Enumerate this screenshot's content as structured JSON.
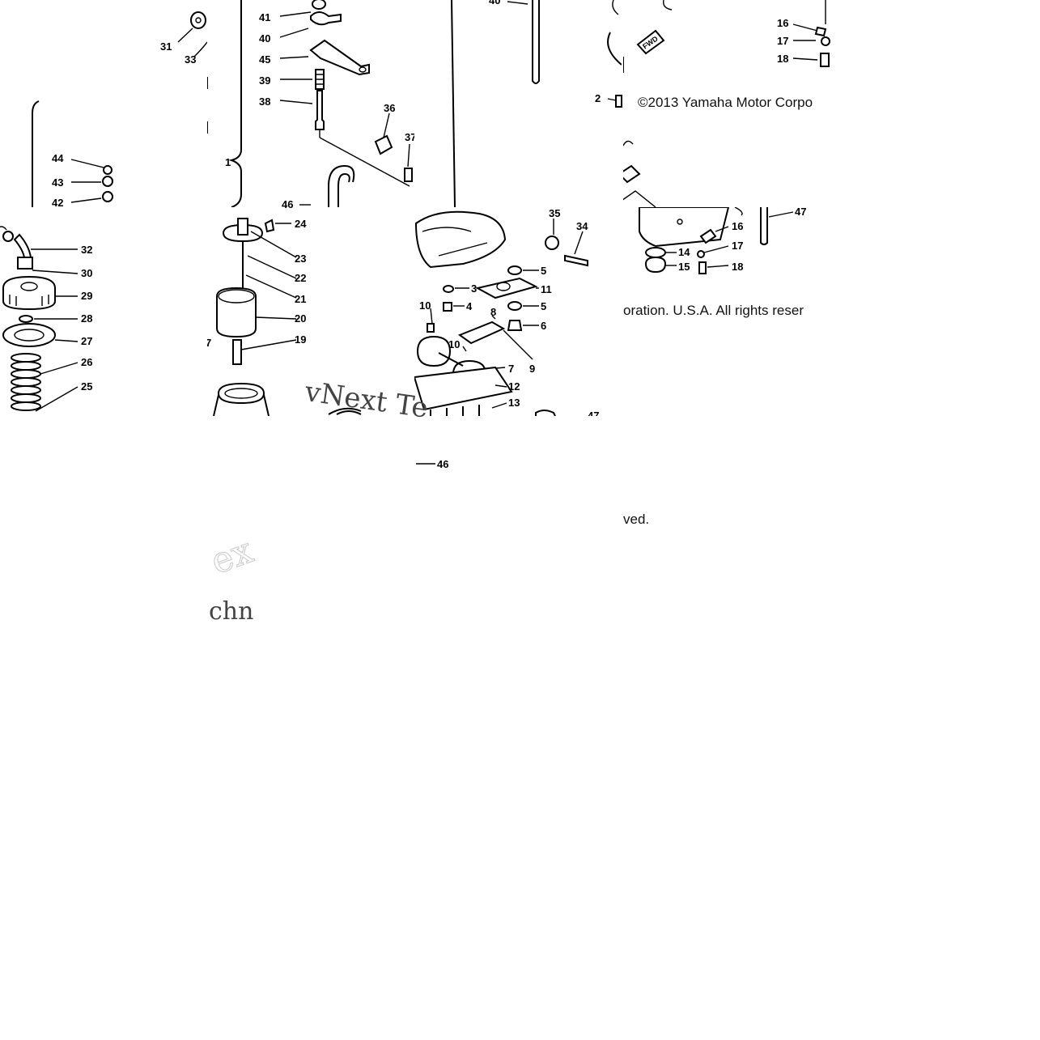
{
  "copyright": {
    "line1": "©2013 Yamaha Motor Corpo",
    "line2": "oration. U.S.A. All rights reser",
    "line3": "ved."
  },
  "watermark": {
    "a": "vNext Te",
    "b": "ex",
    "c": "chn"
  },
  "labels": {
    "t1": [
      "31",
      "33",
      "44",
      "43",
      "42"
    ],
    "t2": [
      "41",
      "40",
      "45",
      "39",
      "38",
      "36",
      "37",
      "1"
    ],
    "t3": [
      "40"
    ],
    "t4": [
      "16",
      "17",
      "18",
      "2"
    ],
    "t5": [
      "32",
      "30",
      "29",
      "28",
      "27",
      "26",
      "25"
    ],
    "t6": [
      "24",
      "23",
      "22",
      "21",
      "20",
      "19",
      "7",
      "46"
    ],
    "t7": [
      "35",
      "34",
      "5",
      "3",
      "11",
      "4",
      "5",
      "6",
      "8",
      "10",
      "10",
      "7",
      "9",
      "12",
      "13",
      "47"
    ],
    "t8": [
      "47",
      "16",
      "17",
      "14",
      "15",
      "18"
    ],
    "t9": [
      "46"
    ]
  }
}
